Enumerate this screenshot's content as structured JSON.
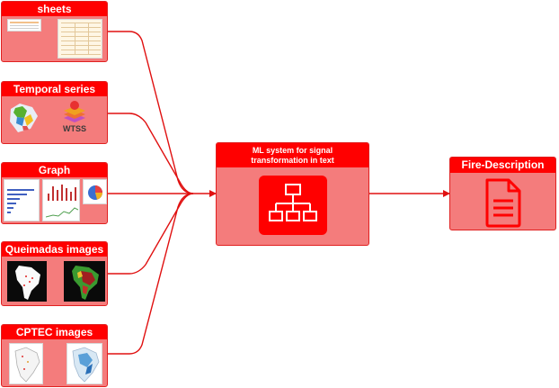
{
  "diagram": {
    "inputs": [
      {
        "id": "sheets",
        "title": "sheets",
        "icon": "spreadsheet-thumbnails"
      },
      {
        "id": "temporal",
        "title": "Temporal series",
        "icon": "wtss-logo",
        "logo_text": "WTSS"
      },
      {
        "id": "graph",
        "title": "Graph",
        "icon": "chart-thumbnails"
      },
      {
        "id": "queimadas",
        "title": "Queimadas images",
        "icon": "fire-map-thumbnails"
      },
      {
        "id": "cptec",
        "title": "CPTEC images",
        "icon": "brazil-map-thumbnails"
      }
    ],
    "process": {
      "title_line1": "ML system for signal",
      "title_line2": "transformation in text",
      "icon": "sitemap-icon"
    },
    "output": {
      "title": "Fire-Description",
      "icon": "document-icon"
    }
  },
  "colors": {
    "header": "#ff0000",
    "box_fill": "#f47c7c",
    "border": "#e02020",
    "connector": "#e01010"
  }
}
